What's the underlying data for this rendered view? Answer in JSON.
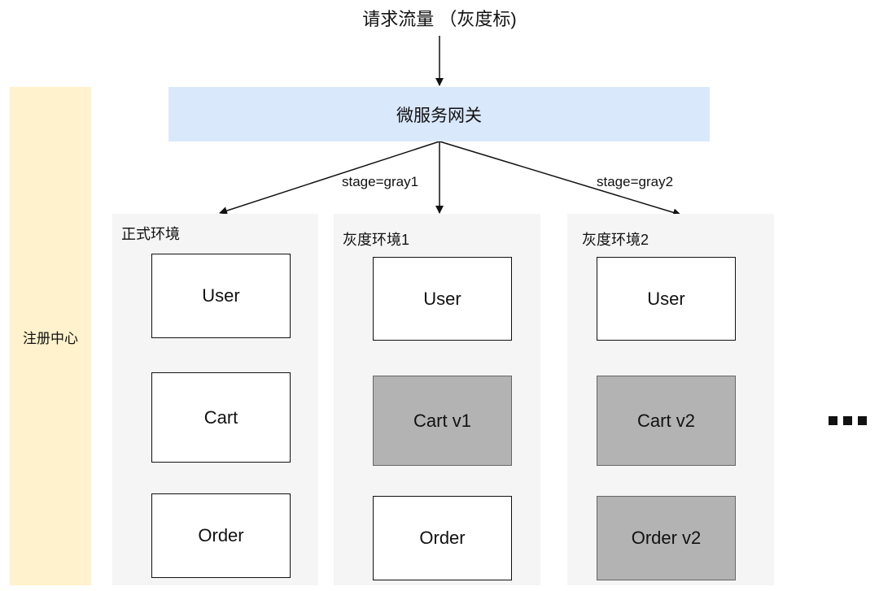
{
  "title": "请求流量 （灰度标)",
  "gateway": "微服务网关",
  "registry": "注册中心",
  "routes": {
    "gray1": "stage=gray1",
    "gray2": "stage=gray2"
  },
  "environments": [
    {
      "label": "正式环境",
      "services": [
        "User",
        "Cart",
        "Order"
      ]
    },
    {
      "label": "灰度环境1",
      "services": [
        "User",
        "Cart v1",
        "Order"
      ]
    },
    {
      "label": "灰度环境2",
      "services": [
        "User",
        "Cart v2",
        "Order v2"
      ]
    }
  ],
  "colors": {
    "gateway": "#dae8fc",
    "registry": "#fff2cc",
    "environment": "#f5f5f5",
    "gray_service": "#b3b3b3"
  },
  "more_icon": "ellipsis"
}
